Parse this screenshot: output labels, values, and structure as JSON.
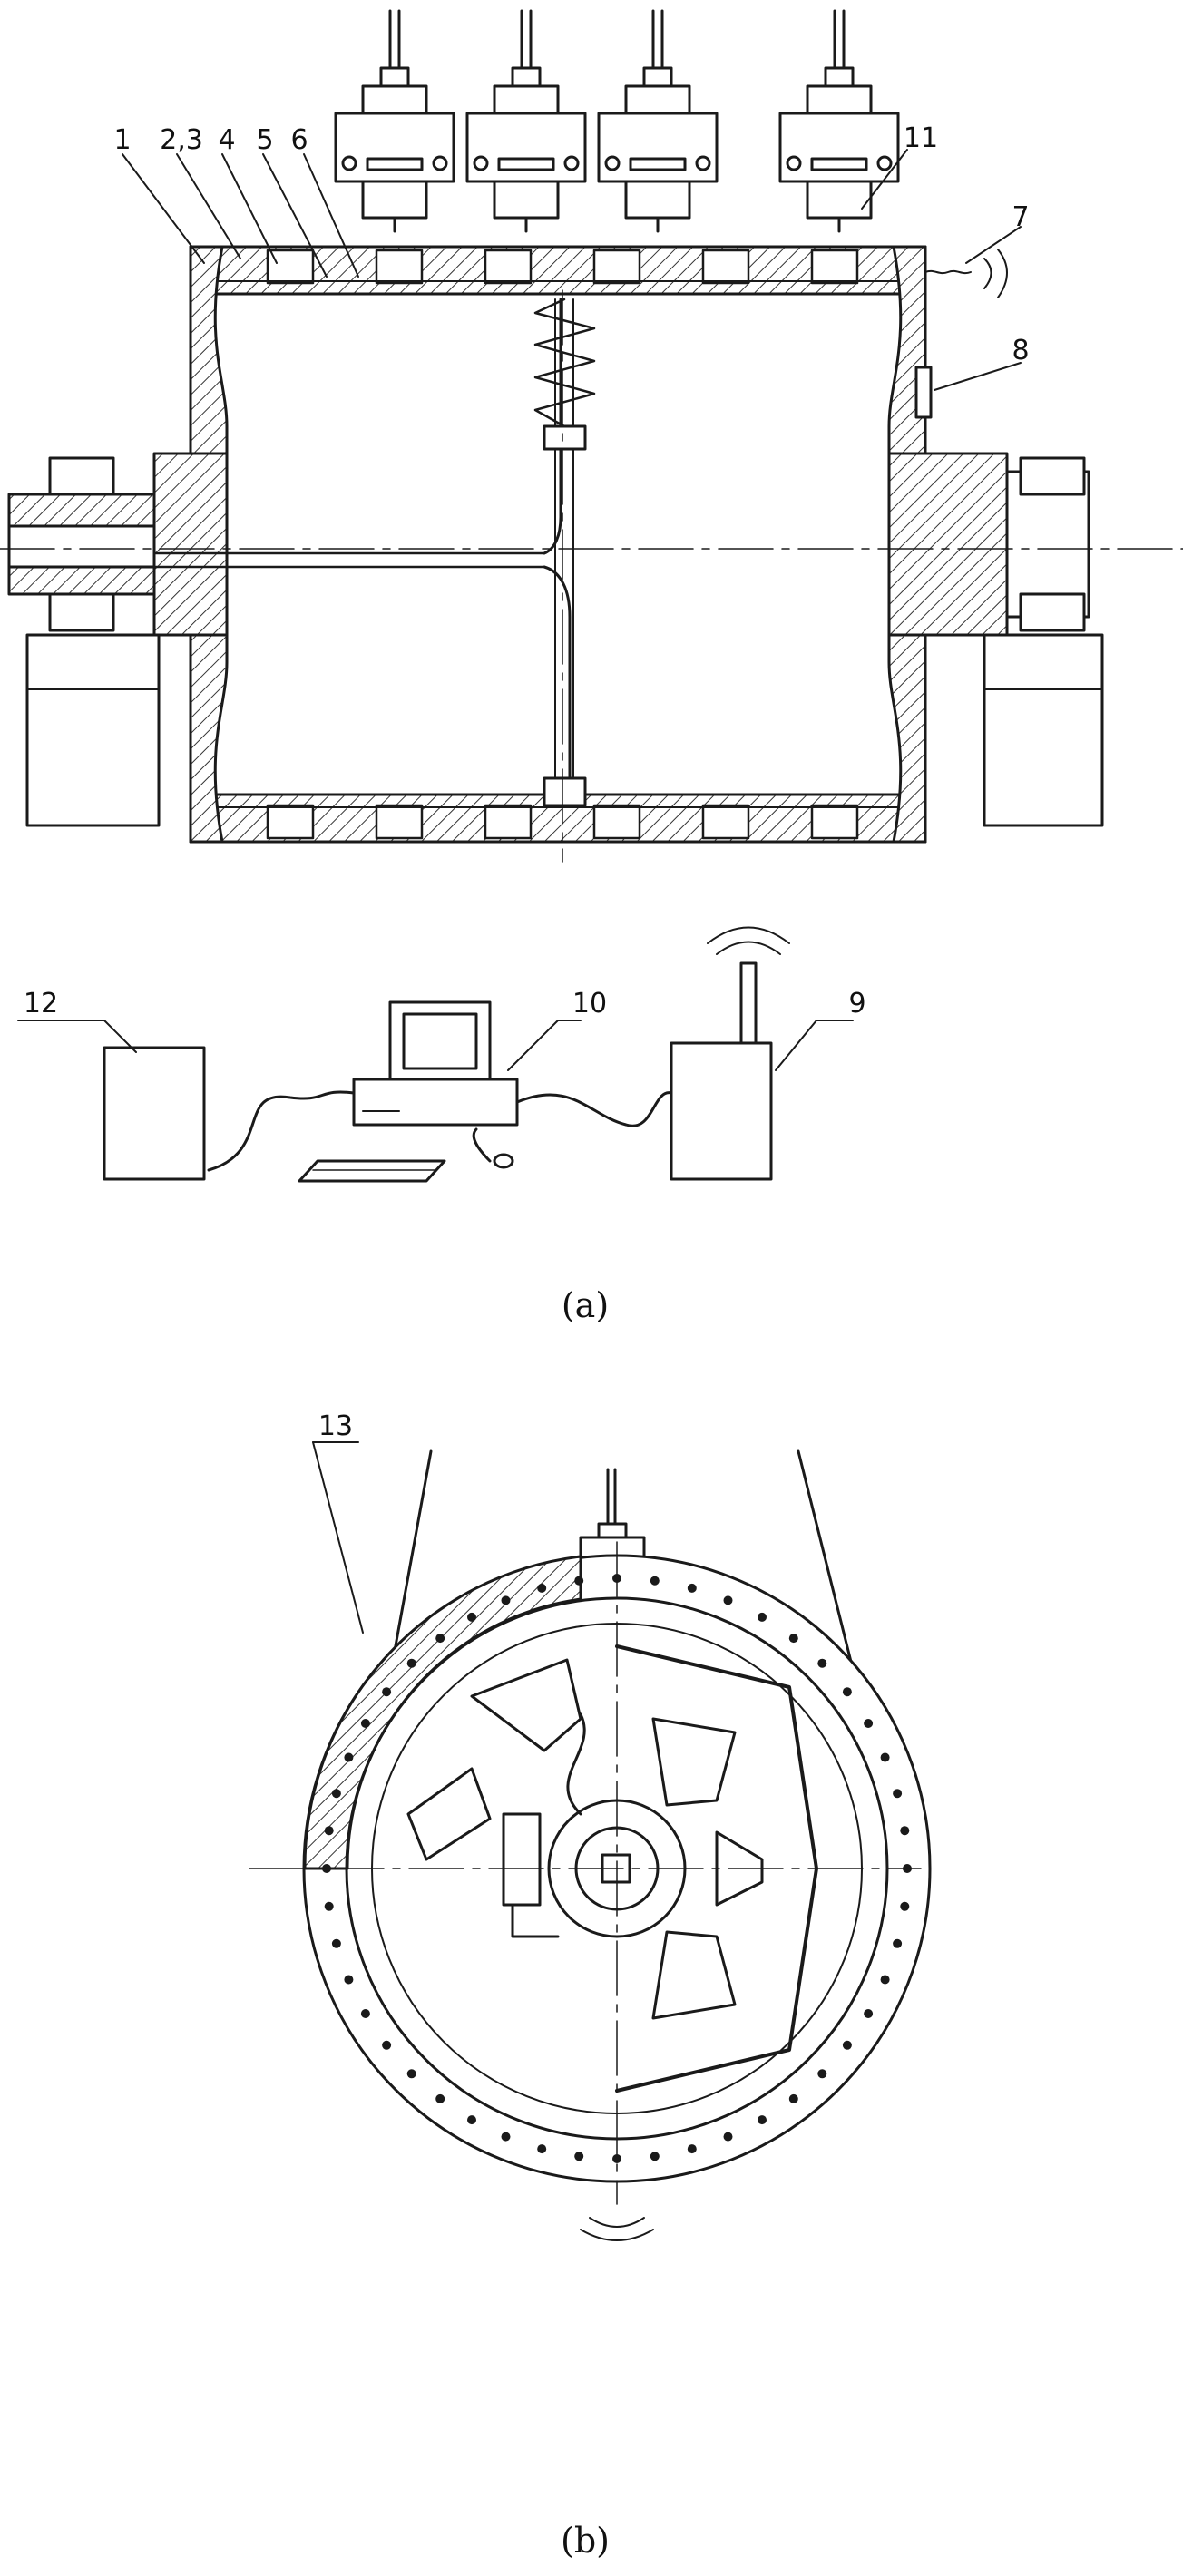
{
  "figure_a": {
    "caption": "(a)",
    "callouts": [
      "1",
      "2,3",
      "4",
      "5",
      "6",
      "7",
      "8",
      "9",
      "10",
      "11",
      "12"
    ]
  },
  "figure_b": {
    "caption": "(b)",
    "callouts": [
      "13"
    ]
  },
  "colors": {
    "line": "#1a1a1a",
    "hatch": "#333333",
    "background": "#ffffff"
  }
}
